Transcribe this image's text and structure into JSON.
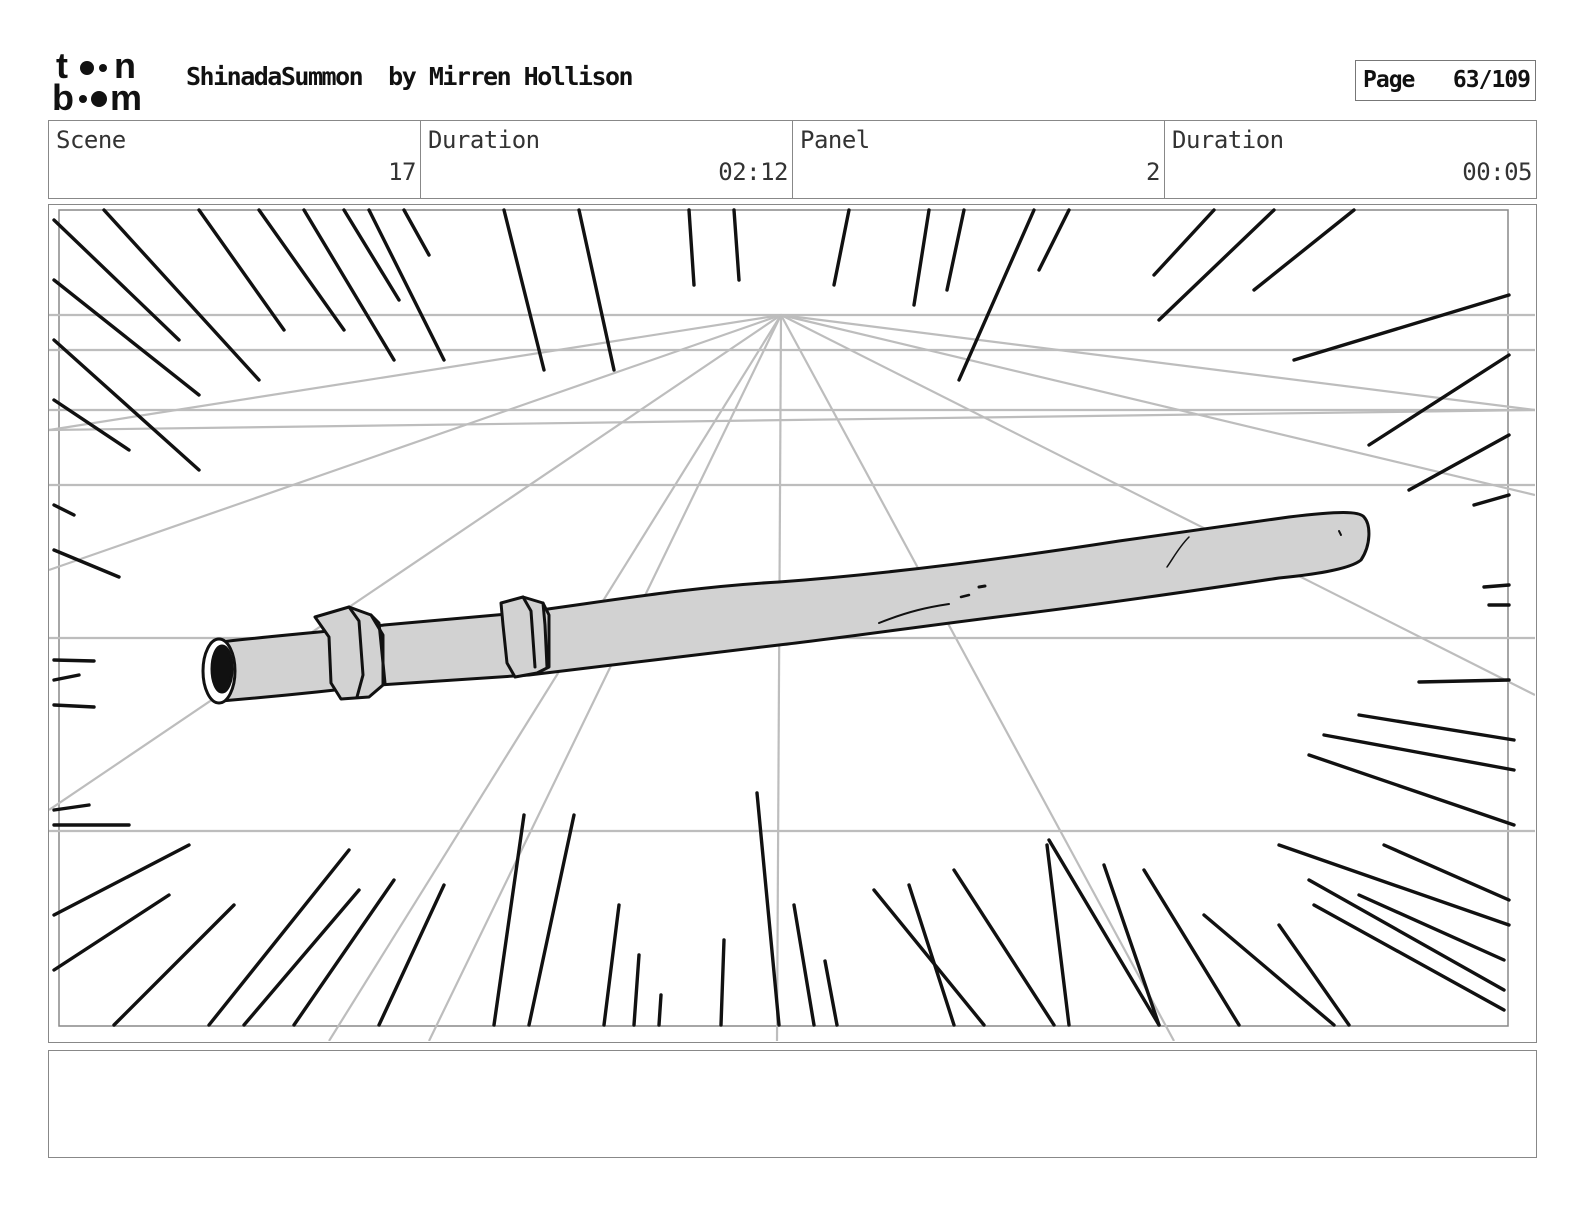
{
  "header": {
    "logo_text": [
      "t",
      "n",
      "b",
      "m"
    ],
    "project": "ShinadaSummon",
    "author": "by Mirren Hollison",
    "page_label": "Page",
    "page_value": "63/109"
  },
  "info": {
    "scene_label": "Scene",
    "scene_value": "17",
    "scene_duration_label": "Duration",
    "scene_duration_value": "02:12",
    "panel_label": "Panel",
    "panel_value": "2",
    "panel_duration_label": "Duration",
    "panel_duration_value": "00:05"
  },
  "panel": {
    "subject": "pipe",
    "pipe_fill": "#d2d2d2",
    "guide_color": "#bdbdbd",
    "ink_color": "#111111"
  },
  "notes": {
    "text": ""
  }
}
